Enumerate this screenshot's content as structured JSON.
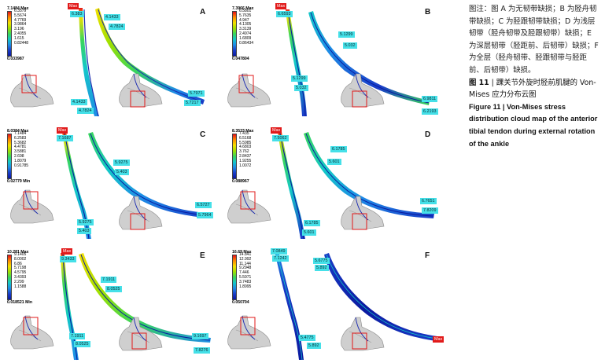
{
  "caption": {
    "note": "图注：图 A 为无韧带缺损；B 为胫舟韧带缺损；C 为胫跟韧带缺损；D 为浅层韧带（胫舟韧带及胫跟韧带）缺损；E 为深层韧带（胫距前、后韧带）缺损；F 为全层（胫舟韧带、胫跟韧带与胫距前、后韧带）缺损。",
    "figure_cn_label": "图 11",
    "figure_cn_title": "踝关节外旋时胫前肌腱的 Von-Mises 应力分布云图",
    "figure_en_label": "Figure 11",
    "figure_en_separator": "|",
    "figure_en_title": "Von-Mises stress distribution cloud map of the anterior tibial tendon during external rotation of the ankle"
  },
  "colors": {
    "colormap": [
      "#e8101a",
      "#ff8c00",
      "#f4e000",
      "#9fe000",
      "#39d65a",
      "#14c8c8",
      "#1e8ce6",
      "#1a3cc8",
      "#0a1aa0"
    ],
    "label_bg": "#45e0e8",
    "max_bg": "#e11a1a"
  },
  "panels": [
    {
      "letter": "A",
      "legend": {
        "head": "7.1484 Max",
        "ticks": [
          "6.3579",
          "5.5674",
          "4.7769",
          "3.9864",
          "3.196",
          "2.4055",
          "1.615",
          "0.82448"
        ],
        "foot": "0.033987"
      },
      "labels": {
        "max": "Max",
        "top": "6.383",
        "mid1": "4.1433",
        "mid2": "4.7824",
        "low1": "4.1433",
        "low2": "4.7824",
        "end1": "5.7971",
        "end2": "5.7217"
      }
    },
    {
      "letter": "B",
      "legend": {
        "head": "7.3966 Max",
        "ticks": [
          "6.5801",
          "5.7635",
          "4.947",
          "4.1305",
          "3.3139",
          "2.4974",
          "1.6809",
          "0.86434"
        ],
        "foot": "0.047804"
      },
      "labels": {
        "max": "Max",
        "top": "6.6593",
        "mid1": "5.1299",
        "mid2": "5.032",
        "low1": "5.1299",
        "low2": "5.032",
        "end1": "6.9811",
        "end2": "6.2193"
      }
    },
    {
      "letter": "C",
      "legend": {
        "head": "8.0384 Max",
        "ticks": [
          "7.1484",
          "6.2583",
          "5.3682",
          "4.4781",
          "3.5881",
          "2.698",
          "1.8079",
          "0.91785"
        ],
        "foot": "0.02779 Min"
      },
      "labels": {
        "max": "Max",
        "top": "7.1687",
        "mid1": "5.9275",
        "mid2": "5.403",
        "low1": "5.9275",
        "low2": "5.403",
        "end1": "6.5727",
        "end2": "5.7964"
      }
    },
    {
      "letter": "D",
      "legend": {
        "head": "8.3533 Max",
        "ticks": [
          "7.435",
          "6.5168",
          "5.5985",
          "4.6803",
          "3.762",
          "2.8437",
          "1.9255",
          "1.0072"
        ],
        "foot": "0.088967"
      },
      "labels": {
        "max": "Max",
        "top": "7.5062",
        "mid1": "6.1785",
        "mid2": "5.601",
        "low1": "6.1785",
        "low2": "5.601",
        "end1": "6.7651",
        "end2": "7.8209"
      }
    },
    {
      "letter": "E",
      "legend": {
        "head": "10.281 Max",
        "ticks": [
          "9.1405",
          "8.0002",
          "6.86",
          "5.7198",
          "4.5795",
          "3.4393",
          "2.299",
          "1.1588"
        ],
        "foot": "0.018521 Min"
      },
      "labels": {
        "max": "Max",
        "top": "9.3433",
        "mid1": "7.1911",
        "mid2": "8.0525",
        "low1": "7.1911",
        "low2": "8.0525",
        "end1": "9.1697",
        "end2": "7.8276"
      }
    },
    {
      "letter": "F",
      "legend": {
        "head": "16.69 Max",
        "ticks": [
          "14.841",
          "12.992",
          "11.144",
          "9.2948",
          "7.446",
          "5.5971",
          "3.7483",
          "1.8995"
        ],
        "foot": "0.050704"
      },
      "labels": {
        "max": "Max",
        "top": "7.0849",
        "top2": "7.1242",
        "mid1": "5.6775",
        "mid2": "5.892",
        "low1": "5.4775",
        "low2": "5.892",
        "end1": "Max"
      }
    }
  ]
}
